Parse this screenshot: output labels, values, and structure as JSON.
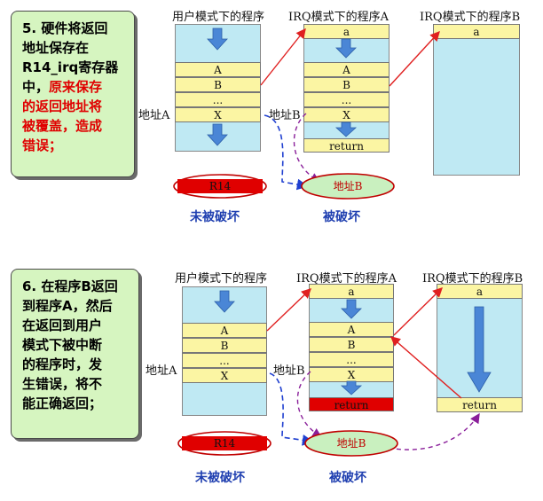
{
  "top": {
    "note_lines": [
      "5. 硬件将返回",
      "地址保存在",
      "R14_irq寄存器",
      "中，"
    ],
    "note_red_inline": "原来保存",
    "note_red_lines": [
      "的返回地址将",
      "被覆盖，造成",
      "错误；"
    ],
    "col_user": "用户模式下的程序",
    "col_irq_a": "IRQ模式下的程序A",
    "col_irq_b": "IRQ模式下的程序B",
    "user_cells": [
      "A",
      "B",
      "...",
      "X"
    ],
    "irq_a_top": "a",
    "irq_a_cells": [
      "A",
      "B",
      "...",
      "X"
    ],
    "irq_a_return": "return",
    "irq_b_top": "a",
    "addr_a": "地址A",
    "addr_b": "地址B",
    "reg_r14": "R14",
    "reg_addr_b": "地址B",
    "caption_left": "未被破坏",
    "caption_right": "被破坏"
  },
  "bottom": {
    "note_lines": [
      "6. 在程序B返回",
      "到程序A，然后",
      "在返回到用户",
      "模式下被中断",
      "的程序时，发",
      "生错误，将不",
      "能正确返回；"
    ],
    "col_user": "用户模式下的程序",
    "col_irq_a": "IRQ模式下的程序A",
    "col_irq_b": "IRQ模式下的程序B",
    "user_cells": [
      "A",
      "B",
      "...",
      "X"
    ],
    "irq_a_top": "a",
    "irq_a_cells": [
      "A",
      "B",
      "...",
      "X"
    ],
    "irq_a_return": "return",
    "irq_b_top": "a",
    "irq_b_return": "return",
    "addr_a": "地址A",
    "addr_b": "地址B",
    "reg_r14": "R14",
    "reg_addr_b": "地址B",
    "caption_left": "未被破坏",
    "caption_right": "被破坏"
  },
  "colors": {
    "memory_block": "#bfe9f3",
    "cell": "#fbf5a3",
    "red_oval_fill": "#e00000",
    "green_oval_fill": "#c9f0bf",
    "oval_stroke": "#c00000",
    "arrow_blue": "#4a86d6",
    "link_red": "#e02020",
    "link_blue_dashed": "#1f3fd0",
    "link_purple_dashed": "#8a1f9a",
    "caption": "#1f3fb0"
  }
}
